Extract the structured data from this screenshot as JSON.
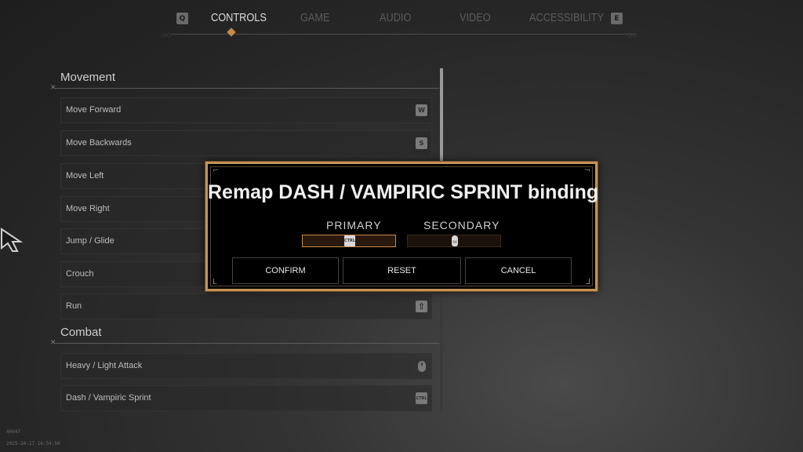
{
  "nav": {
    "left_key": "Q",
    "right_key": "E",
    "tabs": [
      {
        "label": "CONTROLS",
        "active": true
      },
      {
        "label": "GAME",
        "active": false
      },
      {
        "label": "AUDIO",
        "active": false
      },
      {
        "label": "VIDEO",
        "active": false
      },
      {
        "label": "ACCESSIBILITY",
        "active": false
      }
    ]
  },
  "sections": [
    {
      "title": "Movement",
      "rows": [
        {
          "label": "Move Forward",
          "key": "W"
        },
        {
          "label": "Move Backwards",
          "key": "S"
        },
        {
          "label": "Move Left",
          "key": ""
        },
        {
          "label": "Move Right",
          "key": ""
        },
        {
          "label": "Jump / Glide",
          "key": ""
        },
        {
          "label": "Crouch",
          "key": ""
        },
        {
          "label": "Run",
          "key": "⇧"
        }
      ]
    },
    {
      "title": "Combat",
      "rows": [
        {
          "label": "Heavy / Light Attack",
          "key": "mouse-icon"
        },
        {
          "label": "Dash / Vampiric Sprint",
          "key": "CTRL"
        }
      ]
    }
  ],
  "modal": {
    "title": "Remap DASH / VAMPIRIC SPRINT binding",
    "primary_label": "PRIMARY",
    "secondary_label": "SECONDARY",
    "primary_binding": "CTRL",
    "secondary_binding": "mouse-icon",
    "buttons": {
      "confirm": "CONFIRM",
      "reset": "RESET",
      "cancel": "CANCEL"
    }
  },
  "footer": {
    "build": "40047",
    "timestamp": "2025-10-17 16:54:50"
  },
  "colors": {
    "accent": "#c98b4a",
    "modal_border": "#c49355",
    "active_tab": "#dcdcdc",
    "inactive_tab": "#5a5a5a"
  }
}
